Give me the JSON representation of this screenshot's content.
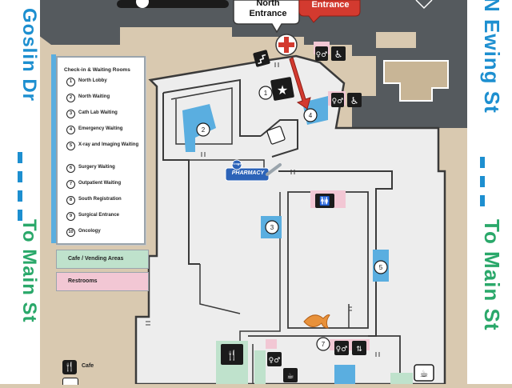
{
  "streets": {
    "left": "Goslin Dr",
    "right": "N Ewing St",
    "to_main_left": "To Main St",
    "to_main_right": "To Main St"
  },
  "entrances": {
    "north": "North\nEntrance",
    "other": "Entrance"
  },
  "pharmacy": {
    "logo": "Kroger",
    "label": "PHARMACY"
  },
  "legend": {
    "title": "Check-in & Waiting Rooms",
    "items": [
      {
        "num": "1",
        "label": "North Lobby"
      },
      {
        "num": "2",
        "label": "North Waiting"
      },
      {
        "num": "3",
        "label": "Cath Lab Waiting"
      },
      {
        "num": "4",
        "label": "Emergency Waiting"
      },
      {
        "num": "5",
        "label": "X-ray and Imaging Waiting"
      },
      {
        "num": "6",
        "label": "Surgery Waiting"
      },
      {
        "num": "7",
        "label": "Outpatient Waiting"
      },
      {
        "num": "8",
        "label": "South Registration"
      },
      {
        "num": "9",
        "label": "Surgical Entrance"
      },
      {
        "num": "10",
        "label": "Oncology"
      }
    ]
  },
  "area_key": {
    "cafe_vending": "Cafe / Vending Areas",
    "restrooms": "Restrooms"
  },
  "icon_key": {
    "cafe": "Cafe"
  },
  "markers": {
    "m1": "1",
    "m2": "2",
    "m3": "3",
    "m4": "4",
    "m5": "5",
    "m7": "7"
  },
  "colors": {
    "waiting_blue": "#5aaee0",
    "cafe_green": "#bfe2cc",
    "restroom_pink": "#f2c7d4",
    "entrance_red": "#d33a2f",
    "street_blue": "#1d8fd0",
    "street_green": "#2aa86a",
    "roads": "#555a5e",
    "sand": "#d9c9b0",
    "building": "#ededed"
  }
}
